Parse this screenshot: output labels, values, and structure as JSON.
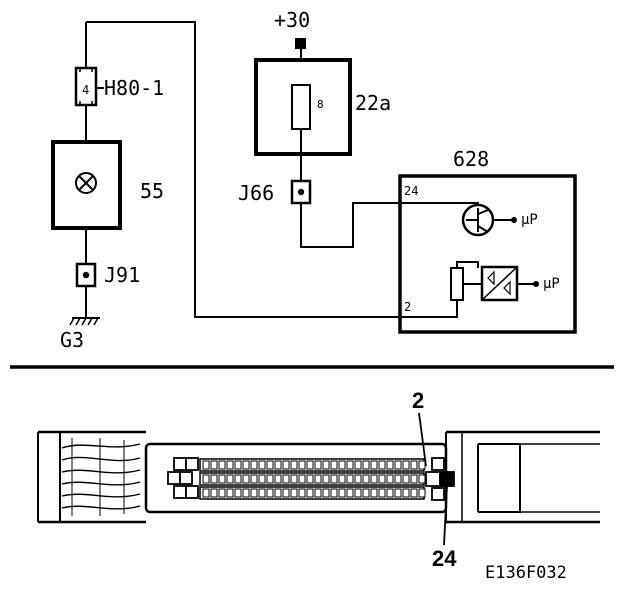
{
  "diagram": {
    "supply_label": "+30",
    "fuse_box_label": "22a",
    "fuse_label": "8",
    "connector_h80_label": "H80-1",
    "connector_h80_pin": "4",
    "lamp_label": "55",
    "connector_j91_label": "J91",
    "ground_label": "G3",
    "connector_j66_label": "J66",
    "module_label": "628",
    "module_pin_top": "24",
    "module_pin_bottom": "2",
    "micro_label_1": "µP",
    "micro_label_2": "µP",
    "drawing_ref": "E136F032"
  },
  "connector_view": {
    "callout_pin_top": "2",
    "callout_pin_bottom": "24"
  },
  "colors": {
    "line": "#000000",
    "background": "#ffffff"
  }
}
